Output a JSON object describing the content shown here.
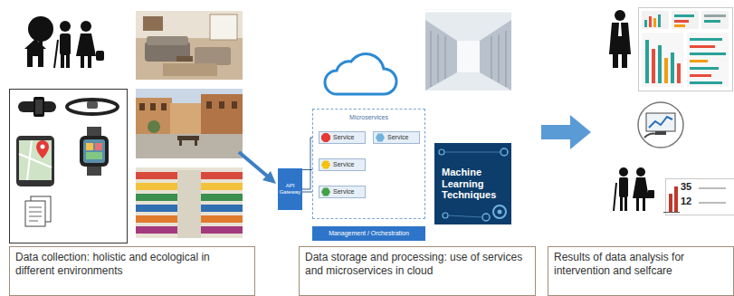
{
  "diagram": {
    "nodes": [
      {
        "text": [
          "API Gateway"
        ]
      },
      {
        "text": [
          "Microservices"
        ]
      },
      {
        "text": [
          "Service"
        ],
        "in": 1
      },
      {
        "text": [
          "Service"
        ],
        "in": 1
      },
      {
        "text": [
          "Service"
        ],
        "in": 1
      },
      {
        "text": [
          "Service"
        ],
        "in": 1
      },
      {
        "text": [
          "Management / Orchestration"
        ]
      },
      {
        "text": [
          "Machine Learning Techniques"
        ]
      },
      {
        "text": [
          "Data collection: holistic and ecological in different environments"
        ]
      },
      {
        "text": [
          "Data storage and processing: use of services and microservices in cloud"
        ]
      },
      {
        "text": [
          "Results of data analysis for intervention and selfcare"
        ]
      }
    ],
    "edges": [
      {
        "from": 0,
        "to": 2,
        "arrow": "to"
      },
      {
        "from": 0,
        "to": 4,
        "arrow": "to"
      },
      {
        "from": 0,
        "to": 5,
        "arrow": "to"
      },
      {
        "from": 2,
        "to": 3,
        "arrow": "to"
      }
    ],
    "labels": [
      "35",
      "12"
    ]
  }
}
